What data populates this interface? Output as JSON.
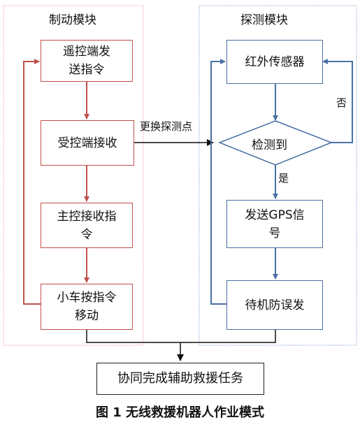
{
  "diagram": {
    "left_module": {
      "title": "制动模块",
      "steps": [
        "遥控端发送指令",
        "受控端接收",
        "主控接收指令",
        "小车按指令移动"
      ]
    },
    "right_module": {
      "title": "探测模块",
      "steps": [
        "红外传感器",
        "检测到",
        "发送GPS信号",
        "待机防误发"
      ]
    },
    "edge_labels": {
      "change_point": "更换探测点",
      "no": "否",
      "yes": "是"
    },
    "final_box": "协同完成辅助救援任务",
    "caption": "图 1 无线救援机器人作业模式",
    "colors": {
      "left": "#c0504d",
      "right": "#4a6fa5",
      "line": "#222222"
    }
  }
}
